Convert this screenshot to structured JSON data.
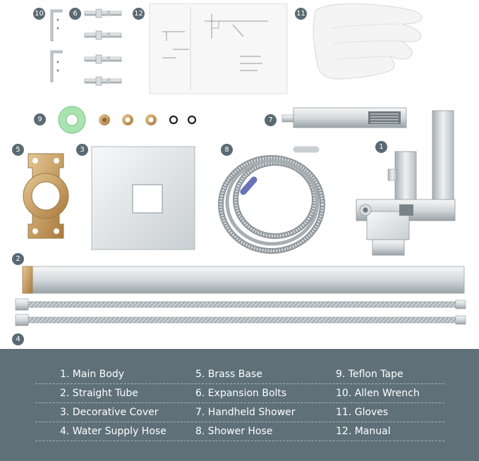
{
  "colors": {
    "legend_bg": "#5f7079",
    "badge_bg": "#5a6a72",
    "chrome_light": "#f2f4f5",
    "chrome_dark": "#9aa3a8",
    "brass": "#c79a5a",
    "teflon": "#a9e3b0"
  },
  "badges": {
    "b1": "1",
    "b2": "2",
    "b3": "3",
    "b4": "4",
    "b5": "5",
    "b6": "6",
    "b7": "7",
    "b8": "8",
    "b9": "9",
    "b10": "10",
    "b11": "11",
    "b12": "12"
  },
  "legend": {
    "col1": [
      "1. Main Body",
      "2. Straight Tube",
      "3. Decorative Cover",
      "4. Water Supply Hose"
    ],
    "col2": [
      "5. Brass Base",
      "6. Expansion Bolts",
      "7. Handheld Shower",
      "8. Shower Hose"
    ],
    "col3": [
      "9. Teflon Tape",
      "10. Allen Wrench",
      "11. Gloves",
      "12. Manual"
    ]
  }
}
